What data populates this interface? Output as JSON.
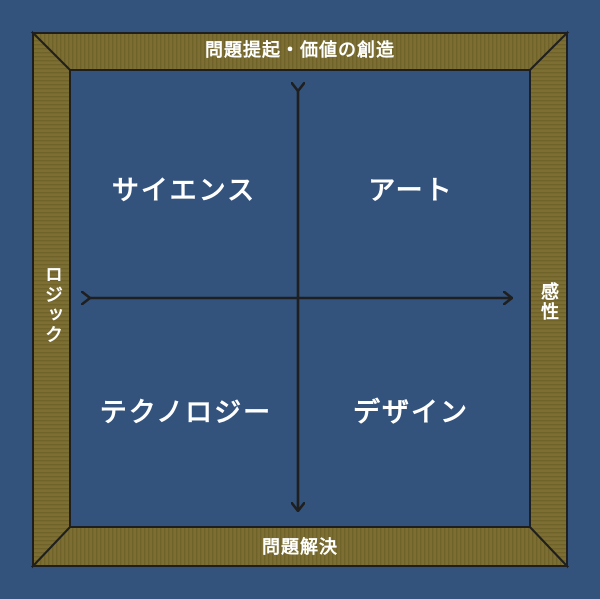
{
  "colors": {
    "background": "#33537d",
    "frame": "#7d6f33",
    "frame_stripe": "#6f6329",
    "outline": "#1f1f1f",
    "arrow": "#1f1f1f",
    "text": "#ffffff"
  },
  "edges": {
    "top": "問題提起・価値の創造",
    "bottom": "問題解決",
    "left": "ロジック",
    "right": "感性"
  },
  "quadrants": {
    "top_left": "サイエンス",
    "top_right": "アート",
    "bottom_left": "テクノロジー",
    "bottom_right": "デザイン"
  }
}
